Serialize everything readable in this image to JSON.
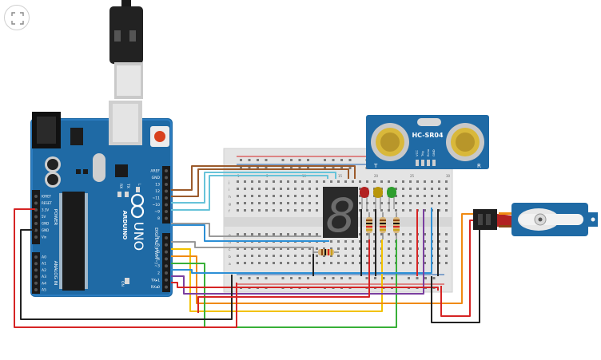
{
  "toolbar": {
    "fit_icon": "fit-to-view-icon"
  },
  "arduino": {
    "brand": "ARDUINO",
    "model": "UNO",
    "digital_label": "DIGITAL (PWM~)",
    "power_label": "POWER",
    "analog_label": "ANALOG IN",
    "top_pins": [
      "AREF",
      "GND",
      "13",
      "12",
      "~11",
      "~10",
      "~9",
      "8"
    ],
    "bottom_pins": [
      "7",
      "~6",
      "~5",
      "4",
      "~3",
      "2",
      "TX▸1",
      "RX◂0"
    ],
    "power_pins": [
      "IOREF",
      "RESET",
      "3.3V",
      "5V",
      "GND",
      "GND",
      "Vin"
    ],
    "analog_pins": [
      "A0",
      "A1",
      "A2",
      "A3",
      "A4",
      "A5"
    ],
    "led_labels": [
      "RX",
      "TX",
      "L"
    ],
    "on_label": "ON"
  },
  "sensor": {
    "name": "HC-SR04",
    "pins": [
      "VCC",
      "Trig",
      "Echo",
      "GND"
    ],
    "t": "T",
    "r": "R"
  },
  "breadboard": {
    "cols_top": [
      "1",
      "5",
      "10",
      "15",
      "20",
      "25",
      "30"
    ],
    "rows_a": [
      "a",
      "b",
      "c",
      "d",
      "e"
    ],
    "rows_b": [
      "f",
      "g",
      "h",
      "i",
      "j"
    ]
  },
  "display": {
    "digit": "8"
  },
  "leds": [
    {
      "color": "#b22222"
    },
    {
      "color": "#b8960a"
    },
    {
      "color": "#2e9e2e"
    }
  ],
  "colors": {
    "board": "#1f6aa5",
    "wire_red": "#d62424",
    "wire_black": "#222222",
    "wire_orange": "#f08a12",
    "wire_yellow": "#f2c200",
    "wire_green": "#38b038",
    "wire_purple": "#7b3fa0",
    "wire_blue": "#2c8fd6",
    "wire_brown": "#9b5a2b",
    "wire_cyan": "#67c3d9",
    "wire_gray": "#9a9a9a"
  }
}
